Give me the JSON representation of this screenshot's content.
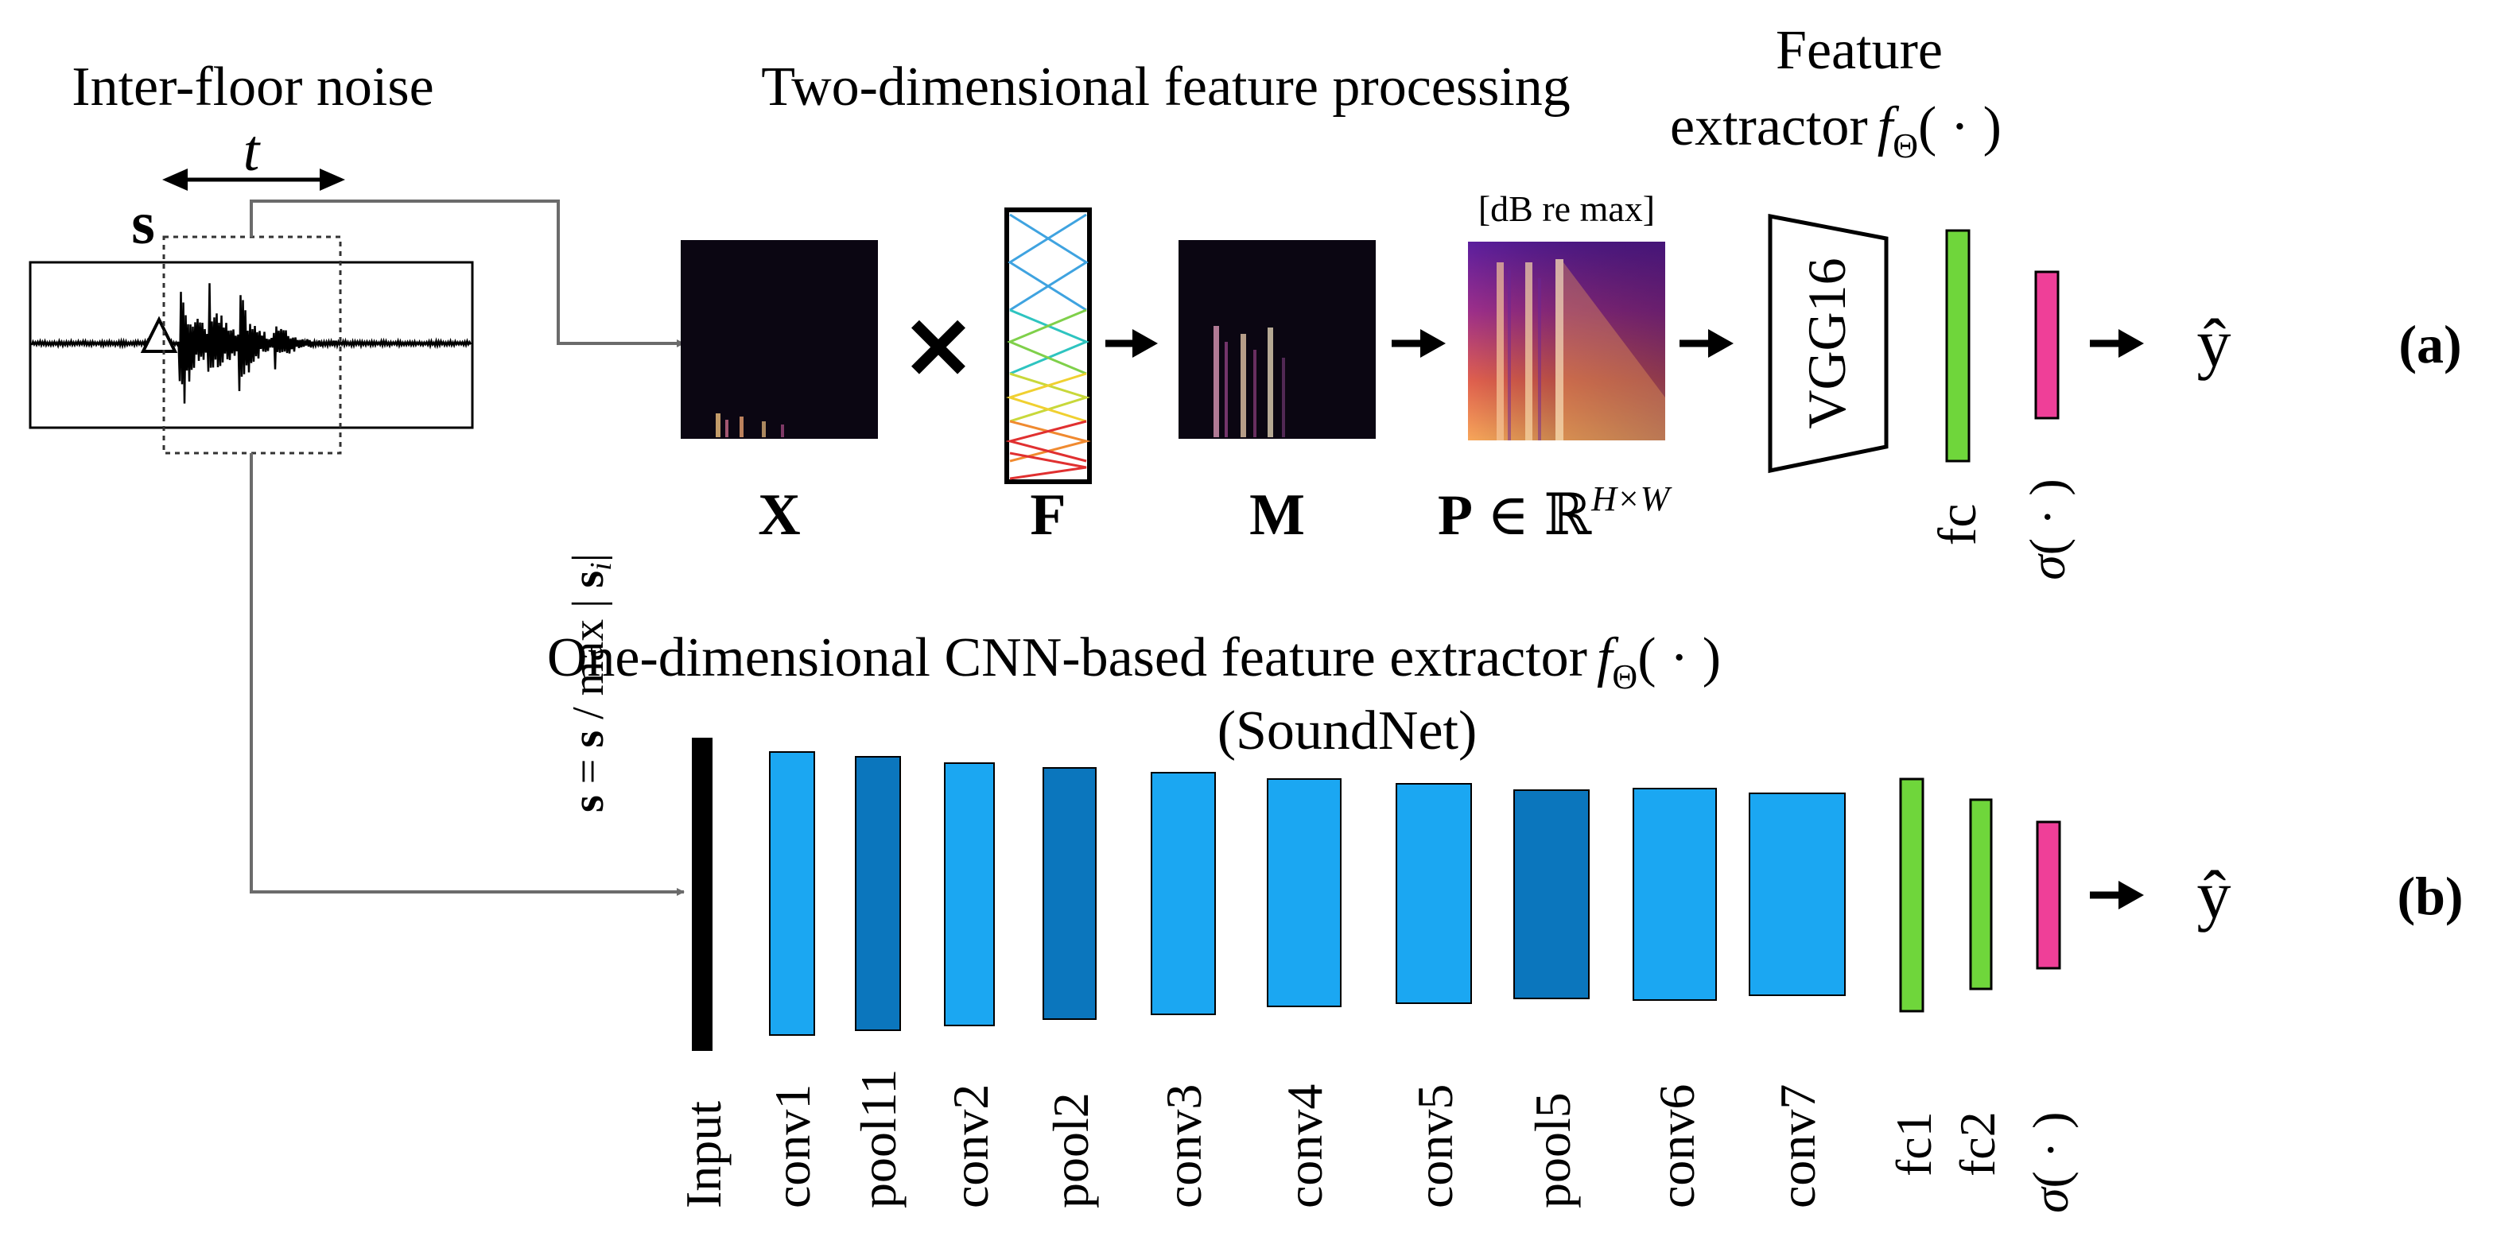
{
  "titles": {
    "inter_floor": "Inter-floor noise",
    "two_dim": "Two-dimensional feature processing",
    "feature_line1": "Feature",
    "feature_line2_prefix": "extractor",
    "one_dim_prefix": "One-dimensional CNN-based feature extractor",
    "soundnet": "(SoundNet)"
  },
  "math": {
    "f_sym": "f",
    "theta_sub": "Θ",
    "dot_args": "( · )",
    "sigma": "σ",
    "t_sym": "t",
    "s_sym": "s",
    "norm_s1": "s",
    "norm_eq": " = ",
    "norm_s2": "s",
    "norm_slash": " / max | ",
    "norm_s3": "s",
    "norm_i": "i",
    "norm_end": "|",
    "yhat": "ŷ",
    "P_sym": "P",
    "in_sym": " ∈ ",
    "R_sym": "ℝ",
    "HW": "H×W",
    "times": "✕"
  },
  "labels": {
    "X": "X",
    "F": "F",
    "M": "M",
    "db": "[dB re max]",
    "vgg16": "VGG16",
    "fc": "fc",
    "panel_a": "(a)",
    "panel_b": "(b)"
  },
  "soundnet_layers": [
    "Input",
    "conv1",
    "pool11",
    "conv2",
    "pool2",
    "conv3",
    "conv4",
    "conv5",
    "pool5",
    "conv6",
    "conv7",
    "fc1",
    "fc2"
  ],
  "colors": {
    "conv": "#1ba7f2",
    "pool": "#0b76bd",
    "fc": "#6fd63b",
    "sigma_bar": "#ef3f98",
    "arrow_gray": "#6b6b6b",
    "spectrogram_bg": "#0b0612"
  }
}
